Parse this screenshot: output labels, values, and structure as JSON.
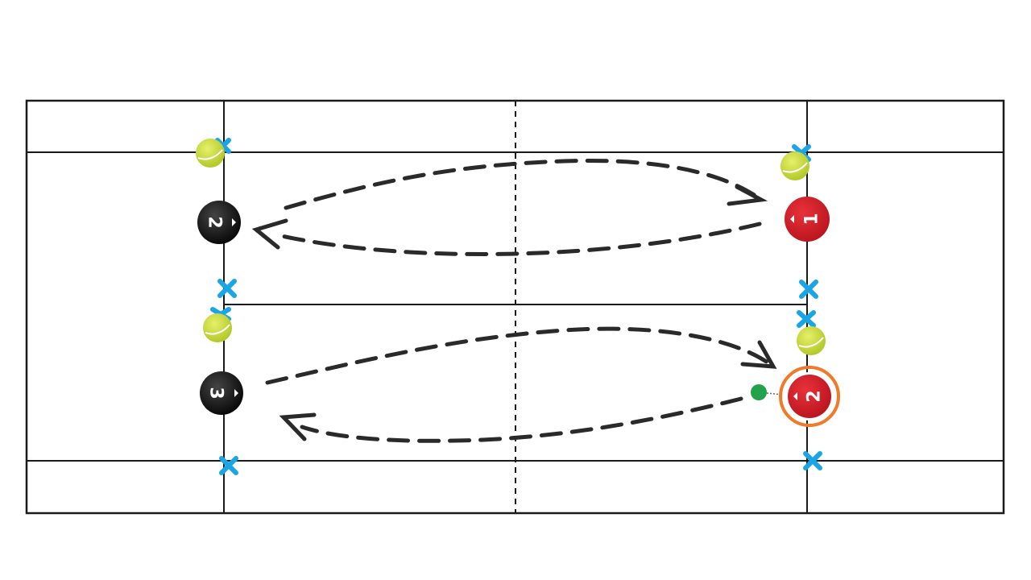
{
  "diagram": {
    "type": "tennis-drill",
    "court": {
      "line_color": "#1a1a1a",
      "net_style": "dashed"
    },
    "players": [
      {
        "id": "black-2",
        "label": "2",
        "team": "black",
        "color": "#111111"
      },
      {
        "id": "black-3",
        "label": "3",
        "team": "black",
        "color": "#111111"
      },
      {
        "id": "red-1",
        "label": "1",
        "team": "red",
        "color": "#d3202a"
      },
      {
        "id": "red-2",
        "label": "2",
        "team": "red",
        "color": "#d3202a",
        "highlight_ring": "#ee7a2a"
      }
    ],
    "balls": {
      "count": 4,
      "color": "#c8dc3a"
    },
    "cones": {
      "count": 8,
      "color": "#1aa6e6"
    },
    "marker": {
      "color": "#22a24a"
    },
    "shot_paths": [
      {
        "from": "red-1",
        "to": "black-2",
        "style": "dashed-arrow"
      },
      {
        "from": "black-2",
        "to": "red-1",
        "style": "dashed-arrow"
      },
      {
        "from": "red-2",
        "to": "black-3",
        "style": "dashed-arrow"
      },
      {
        "from": "black-3",
        "to": "red-2",
        "style": "dashed-arrow"
      }
    ]
  }
}
